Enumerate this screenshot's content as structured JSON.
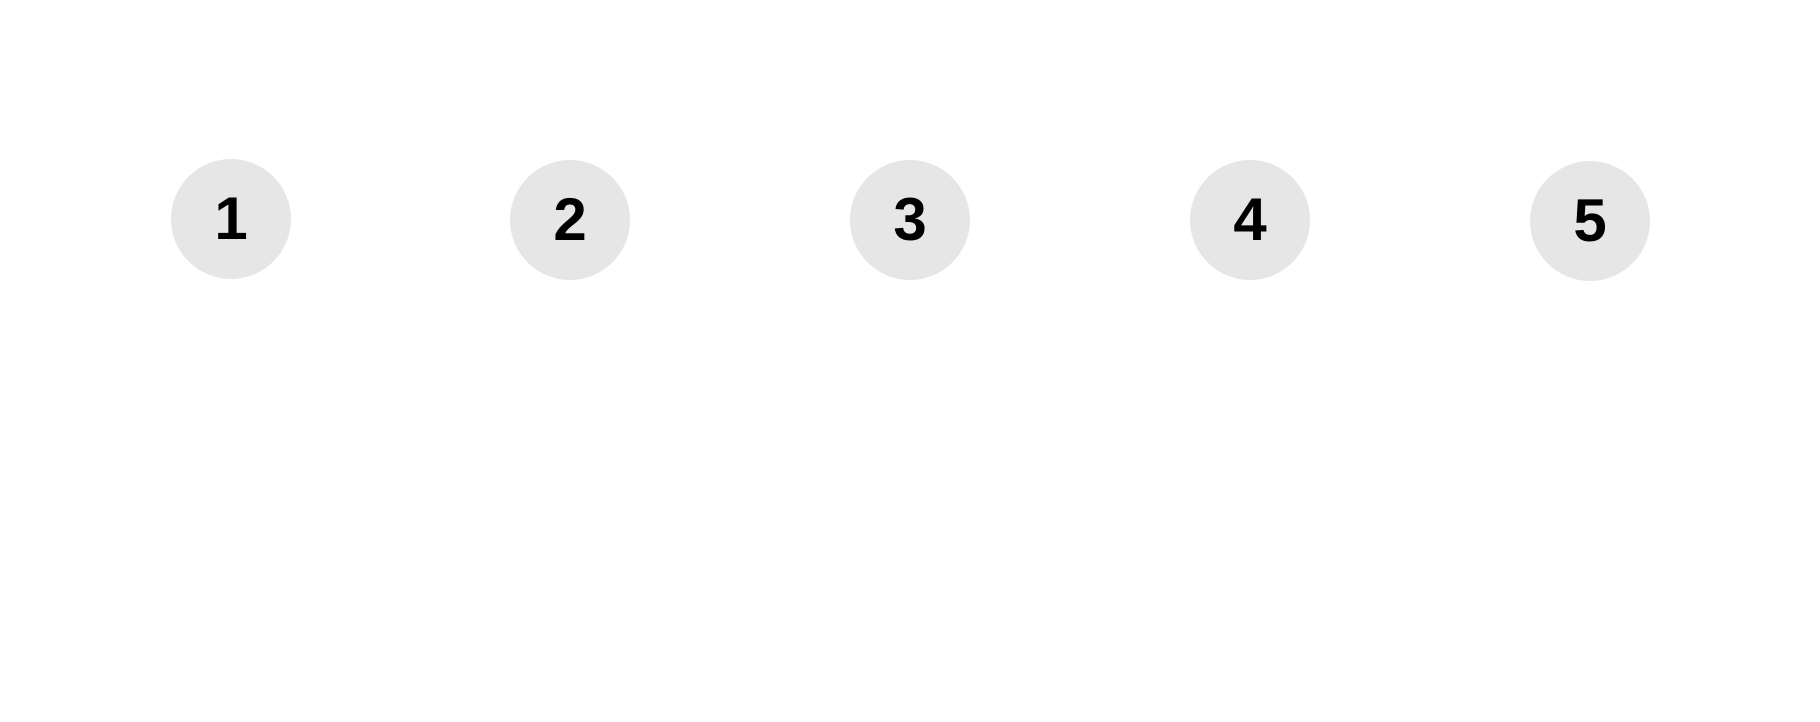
{
  "colors": {
    "background": "#ffffff",
    "circle_fill": "#e6e6e6",
    "number_text": "#000000"
  },
  "steps": [
    {
      "label": "1"
    },
    {
      "label": "2"
    },
    {
      "label": "3"
    },
    {
      "label": "4"
    },
    {
      "label": "5"
    }
  ]
}
